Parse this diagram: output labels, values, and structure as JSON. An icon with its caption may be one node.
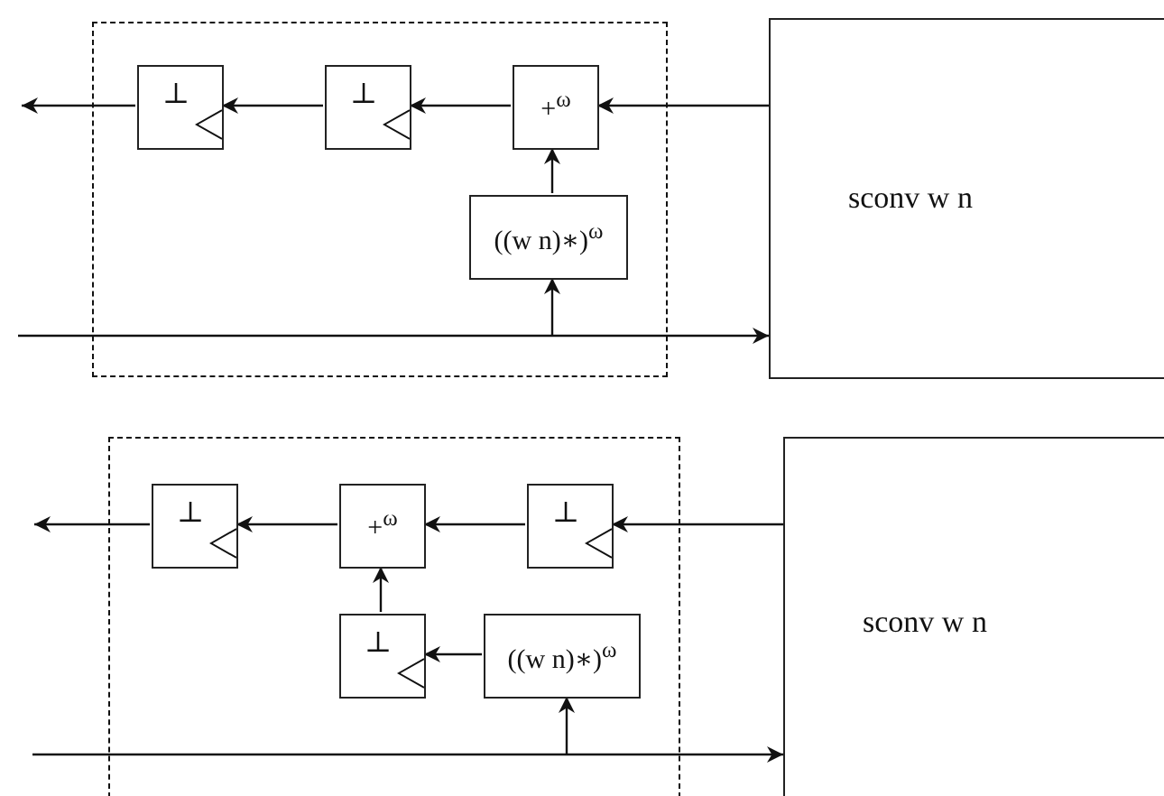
{
  "diagram": {
    "nodes": [
      {
        "text": [],
        "shape": "box"
      },
      {
        "text": [
          "⊥"
        ],
        "in": 0
      },
      {
        "text": [
          "⊥"
        ],
        "in": 0
      },
      {
        "text": [
          "+$^{ω}$"
        ],
        "in": 0
      },
      {
        "text": [
          "((w n)∗)$^{ω}$"
        ],
        "in": 0
      },
      {
        "text": [
          "sconv w n"
        ]
      },
      {
        "text": [],
        "shape": "box"
      },
      {
        "text": [
          "⊥"
        ],
        "in": 6
      },
      {
        "text": [
          "+$^{ω}$"
        ],
        "in": 6
      },
      {
        "text": [
          "⊥"
        ],
        "in": 6
      },
      {
        "text": [
          "⊥"
        ],
        "in": 6
      },
      {
        "text": [
          "((w n)∗)$^{ω}$"
        ],
        "in": 6
      },
      {
        "text": [
          "sconv w n"
        ]
      }
    ],
    "edges": [
      {
        "from": 1,
        "to": null,
        "arrow": "to"
      },
      {
        "from": 2,
        "to": 1,
        "arrow": "to"
      },
      {
        "from": 3,
        "to": 2,
        "arrow": "to"
      },
      {
        "from": 5,
        "to": 3,
        "arrow": "to"
      },
      {
        "from": 4,
        "to": 3,
        "arrow": "to"
      },
      {
        "from": null,
        "to": 5,
        "arrow": "to"
      },
      {
        "from": null,
        "to": 4,
        "arrow": "to"
      },
      {
        "from": 7,
        "to": null,
        "arrow": "to"
      },
      {
        "from": 8,
        "to": 7,
        "arrow": "to"
      },
      {
        "from": 9,
        "to": 8,
        "arrow": "to"
      },
      {
        "from": 12,
        "to": 9,
        "arrow": "to"
      },
      {
        "from": 10,
        "to": 8,
        "arrow": "to"
      },
      {
        "from": 11,
        "to": 10,
        "arrow": "to"
      },
      {
        "from": null,
        "to": 12,
        "arrow": "to"
      },
      {
        "from": null,
        "to": 11,
        "arrow": "to"
      }
    ]
  }
}
